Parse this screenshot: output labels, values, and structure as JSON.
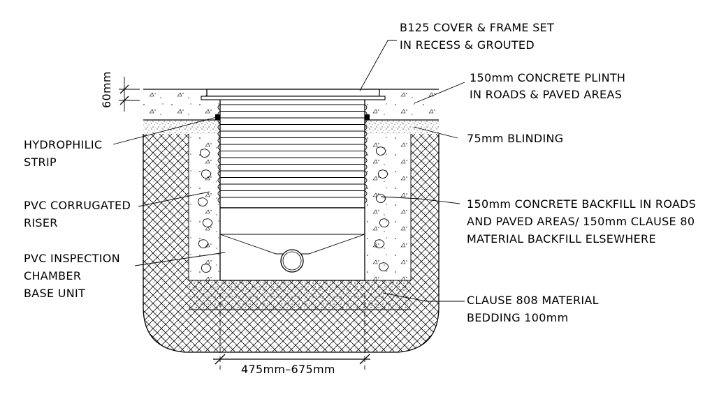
{
  "labels": {
    "cover": [
      "B125 COVER & FRAME SET",
      "IN RECESS & GROUTED"
    ],
    "plinth": [
      "150mm CONCRETE PLINTH",
      "IN ROADS & PAVED AREAS"
    ],
    "blinding": [
      "75mm BLINDING"
    ],
    "backfill": [
      "150mm CONCRETE BACKFILL IN ROADS",
      "AND PAVED AREAS/ 150mm CLAUSE 80",
      "MATERIAL BACKFILL ELSEWHERE"
    ],
    "bedding": [
      "CLAUSE 808 MATERIAL",
      "BEDDING 100mm"
    ],
    "hydrophilic": [
      "HYDROPHILIC",
      "STRIP"
    ],
    "riser": [
      "PVC CORRUGATED",
      "RISER"
    ],
    "base": [
      "PVC INSPECTION",
      "CHAMBER",
      "BASE UNIT"
    ],
    "dim_width": "475mm–675mm",
    "dim_depth": "60mm"
  }
}
